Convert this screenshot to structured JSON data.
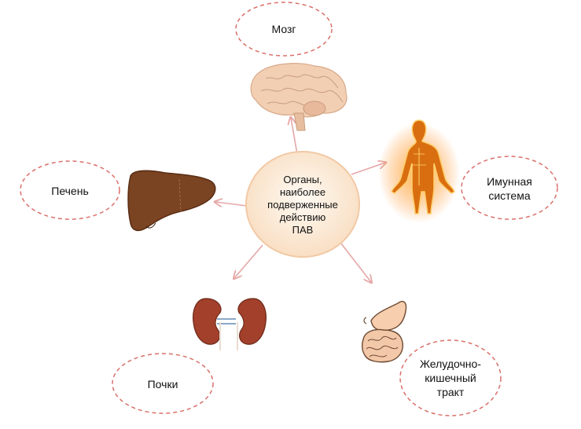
{
  "center": {
    "text": "Органы,\nнаиболее\nподверженные\nдействию\nПАВ"
  },
  "nodes": {
    "brain": {
      "label": "Мозг",
      "icon": "brain-icon"
    },
    "immune": {
      "label": "Имунная\nсистема",
      "icon": "human-body-icon"
    },
    "liver": {
      "label": "Печень",
      "icon": "liver-icon"
    },
    "kidneys": {
      "label": "Почки",
      "icon": "kidneys-icon"
    },
    "gi": {
      "label": "Желудочно-\nкишечный\nтракт",
      "icon": "stomach-intestine-icon"
    }
  },
  "colors": {
    "dash": "#d9706a",
    "arrow": "#e6a7a7",
    "center_fill": "#fbe6cf",
    "center_stroke": "#f2c9a5",
    "liver": "#7a4322",
    "kidney": "#a2402c",
    "body_glow": "#f59a1c"
  }
}
